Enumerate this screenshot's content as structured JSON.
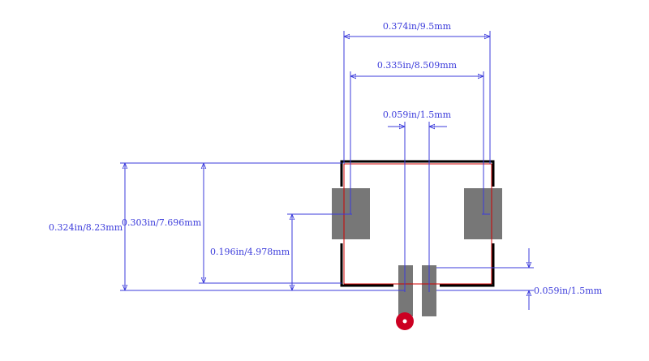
{
  "dimensions": {
    "overall_width": "0.374in/9.5mm",
    "inner_width": "0.335in/8.509mm",
    "pad_pitch": "0.059in/1.5mm",
    "overall_height": "0.324in/8.23mm",
    "inner_height": "0.303in/7.696mm",
    "pad_offset_height": "0.196in/4.978mm",
    "pin_height": "0.059in/1.5mm"
  },
  "colors": {
    "dimension": "#3b3bdb",
    "outline": "#000000",
    "courtyard": "#cc0000",
    "pad": "#777777",
    "pin1_marker": "#cc0022"
  }
}
